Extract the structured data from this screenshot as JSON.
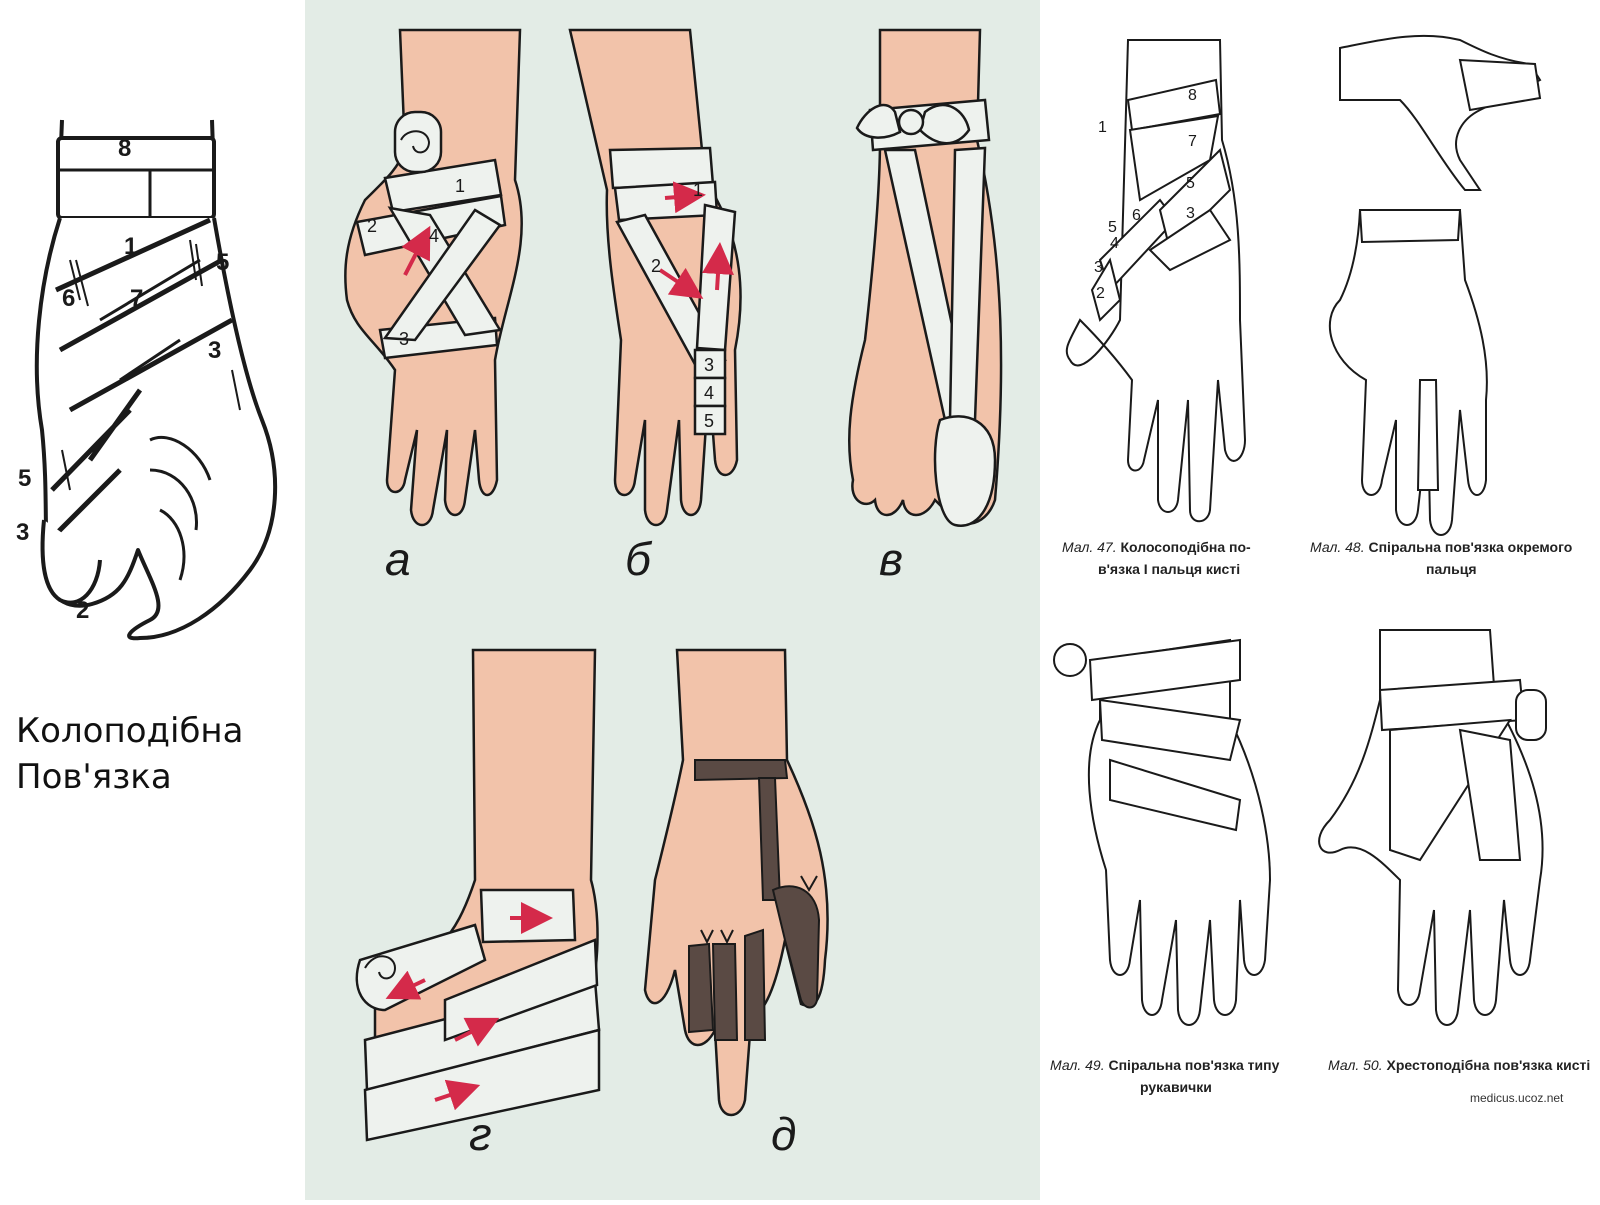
{
  "left_caption": {
    "line1": "Колоподібна",
    "line2": "Пов'язка"
  },
  "left_drawing": {
    "numbers": [
      "8",
      "1",
      "5",
      "6",
      "7",
      "3",
      "5",
      "3",
      "2"
    ]
  },
  "center_panel": {
    "background": "#e3ece6",
    "labels": {
      "a": "а",
      "b": "б",
      "v": "в",
      "g": "г",
      "d": "д"
    },
    "diagram_a_numbers": [
      "1",
      "2",
      "4",
      "3"
    ],
    "diagram_b_numbers": [
      "1",
      "2",
      "3",
      "4",
      "5"
    ]
  },
  "right_panel": {
    "fig47": {
      "prefix": "Мал. 47.",
      "line1": "Колосоподібна по-",
      "line2": "в'язка І пальця кисті",
      "numbers": [
        "8",
        "1",
        "7",
        "5",
        "3",
        "6",
        "4",
        "5",
        "3",
        "2"
      ]
    },
    "fig48": {
      "prefix": "Мал. 48.",
      "line1": "Спіральна пов'язка окремого",
      "line2": "пальця"
    },
    "fig49": {
      "prefix": "Мал. 49.",
      "line1": "Спіральна пов'язка типу",
      "line2": "рукавички"
    },
    "fig50": {
      "prefix": "Мал. 50.",
      "line1": "Хрестоподібна пов'язка кисті"
    },
    "watermark": "medicus.ucoz.net"
  },
  "colors": {
    "skin": "#f2c3aa",
    "bandage": "#eef2ee",
    "arrow": "#d42a4a",
    "ink": "#1a1a1a",
    "gauze": "#5a4a44"
  }
}
